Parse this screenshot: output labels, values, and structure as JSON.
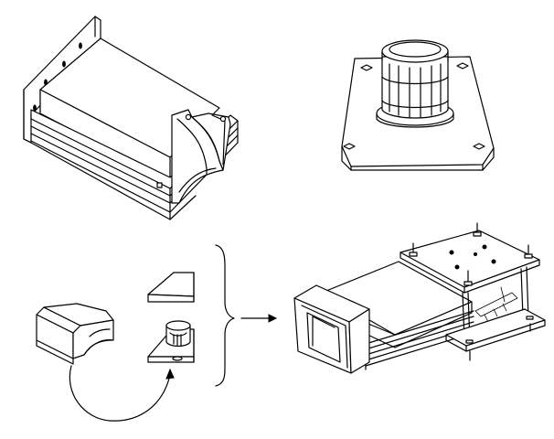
{
  "figure": {
    "background": "#ffffff",
    "line_color": "#000000",
    "components": [
      {
        "name": "bracketed-housing",
        "icon": "bracket-housing-icon"
      },
      {
        "name": "cylindrical-base-plate",
        "icon": "cylinder-plate-icon"
      },
      {
        "name": "small-housing",
        "icon": "small-housing-icon"
      },
      {
        "name": "wedge-plate",
        "icon": "wedge-plate-icon"
      },
      {
        "name": "plate-with-cylinder",
        "icon": "plate-cylinder-icon"
      },
      {
        "name": "assembled-duct",
        "icon": "assembled-duct-icon"
      }
    ],
    "connectors": [
      {
        "name": "curved-arrow",
        "icon": "curved-arrow-icon"
      },
      {
        "name": "brace",
        "icon": "right-brace-icon"
      },
      {
        "name": "result-arrow",
        "icon": "right-arrow-icon"
      }
    ]
  }
}
